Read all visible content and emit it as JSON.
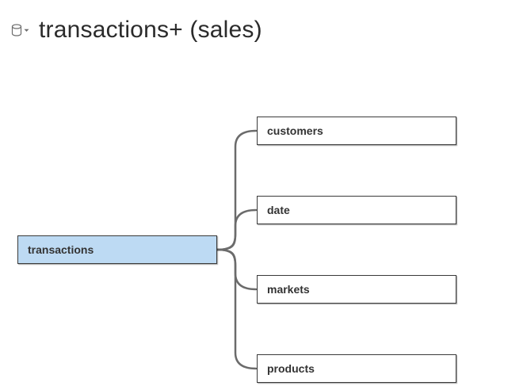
{
  "header": {
    "title": "transactions+ (sales)",
    "datasource_icon": "database-icon",
    "dropdown_icon": "caret-down-icon"
  },
  "model": {
    "root": {
      "label": "transactions",
      "highlight_color": "#bddaf3"
    },
    "related_tables": [
      {
        "label": "customers"
      },
      {
        "label": "date"
      },
      {
        "label": "markets"
      },
      {
        "label": "products"
      }
    ],
    "connector_color": "#6b6b6b"
  }
}
